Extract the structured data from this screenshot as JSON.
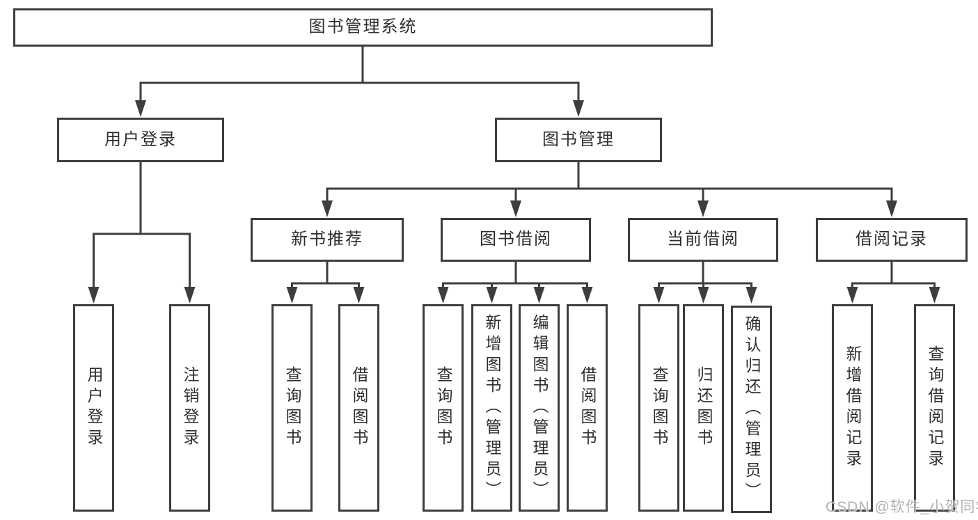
{
  "tree": {
    "label": "图书管理系统",
    "children": [
      {
        "label": "用户登录",
        "children": [
          {
            "label": "用户登录"
          },
          {
            "label": "注销登录"
          }
        ]
      },
      {
        "label": "图书管理",
        "children": [
          {
            "label": "新书推荐",
            "children": [
              {
                "label": "查询图书"
              },
              {
                "label": "借阅图书"
              }
            ]
          },
          {
            "label": "图书借阅",
            "children": [
              {
                "label": "查询图书"
              },
              {
                "label": "新增图书（管理员）"
              },
              {
                "label": "编辑图书（管理员）"
              },
              {
                "label": "借阅图书"
              }
            ]
          },
          {
            "label": "当前借阅",
            "children": [
              {
                "label": "查询图书"
              },
              {
                "label": "归还图书"
              },
              {
                "label": "确认归还（管理员）"
              }
            ]
          },
          {
            "label": "借阅记录",
            "children": [
              {
                "label": "新增借阅记录"
              },
              {
                "label": "查询借阅记录"
              }
            ]
          }
        ]
      }
    ]
  },
  "watermark": {
    "text": "CSDN @软件_小贺同学"
  },
  "colors": {
    "line": "#3d3d3d",
    "border": "#3d3d3d",
    "text": "#2e2e2e",
    "watermark": "#b2b2b2",
    "background": "#ffffff"
  }
}
